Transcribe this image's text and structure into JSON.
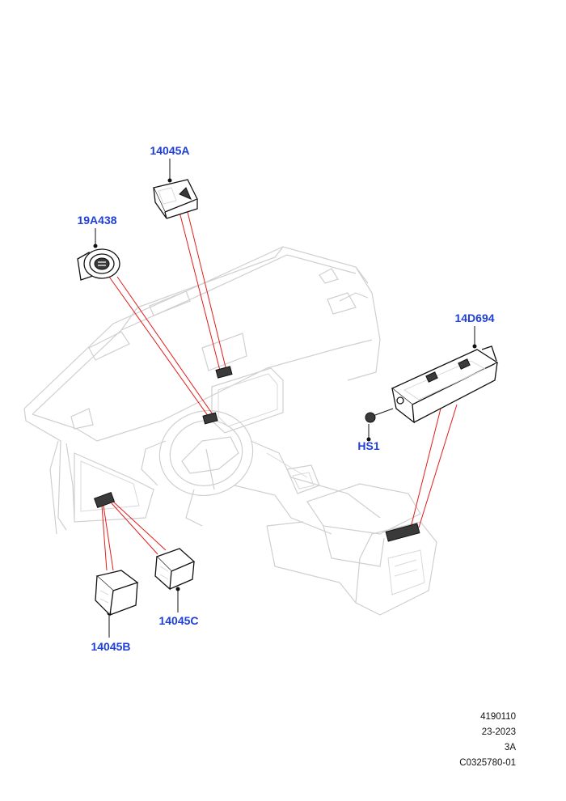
{
  "callouts": {
    "c14045A": "14045A",
    "c19A438": "19A438",
    "c14D694": "14D694",
    "cHS1": "HS1",
    "c14045B": "14045B",
    "c14045C": "14045C"
  },
  "meta": {
    "line1": "4190110",
    "line2": "23-2023",
    "line3": "3A",
    "line4": "C0325780-01"
  },
  "colors": {
    "callout": "#1f3fd6",
    "leader": "#e21b1b",
    "outline": "#cfcfcf"
  }
}
